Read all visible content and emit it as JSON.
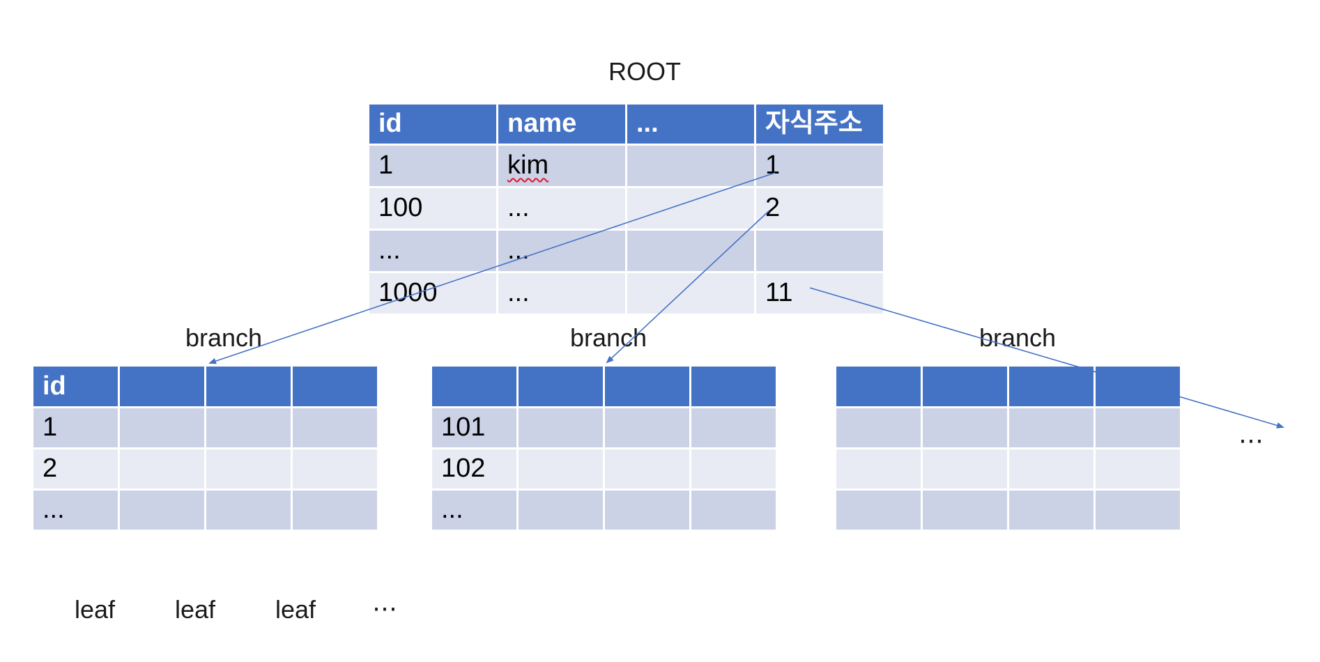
{
  "colors": {
    "table_header_bg": "#4472C4",
    "row_band_dark": "#CCD2E6",
    "row_band_light": "#E9EBF4",
    "arrow_blue": "#4472C4",
    "spellcheck_red": "#E8112D",
    "text": "#000000",
    "header_text": "#ffffff",
    "background": "#ffffff"
  },
  "title": {
    "root": "ROOT"
  },
  "labels": {
    "branch": [
      "branch",
      "branch",
      "branch"
    ],
    "leaf": [
      "leaf",
      "leaf",
      "leaf"
    ],
    "leaf_more": "⋯",
    "branch_more": "⋯"
  },
  "root_table": {
    "headers": [
      "id",
      "name",
      "...",
      "자식주소"
    ],
    "rows": [
      [
        "1",
        "kim",
        "",
        "1"
      ],
      [
        "100",
        "...",
        "",
        "2"
      ],
      [
        "...",
        "...",
        "",
        ""
      ],
      [
        "1000",
        "...",
        "",
        "11"
      ]
    ],
    "note_misspelled_cell": "kim"
  },
  "branch_tables": {
    "left": {
      "headers": [
        "id",
        "",
        "",
        ""
      ],
      "rows": [
        [
          "1",
          "",
          "",
          ""
        ],
        [
          "2",
          "",
          "",
          ""
        ],
        [
          "...",
          "",
          "",
          ""
        ]
      ]
    },
    "middle": {
      "headers": [
        "",
        "",
        "",
        ""
      ],
      "rows": [
        [
          "101",
          "",
          "",
          ""
        ],
        [
          "102",
          "",
          "",
          ""
        ],
        [
          "...",
          "",
          "",
          ""
        ]
      ]
    },
    "right": {
      "headers": [
        "",
        "",
        "",
        ""
      ],
      "rows": [
        [
          "",
          "",
          "",
          ""
        ],
        [
          "",
          "",
          "",
          ""
        ],
        [
          "",
          "",
          "",
          ""
        ]
      ]
    }
  },
  "arrows": [
    {
      "name": "root-row1-to-left-branch",
      "from_value": "1",
      "to": "left branch table"
    },
    {
      "name": "root-row2-to-middle-branch",
      "from_value": "2",
      "to": "middle branch table"
    },
    {
      "name": "root-row4-to-more-branches",
      "from_value": "11",
      "to": "more branches ellipsis"
    }
  ]
}
